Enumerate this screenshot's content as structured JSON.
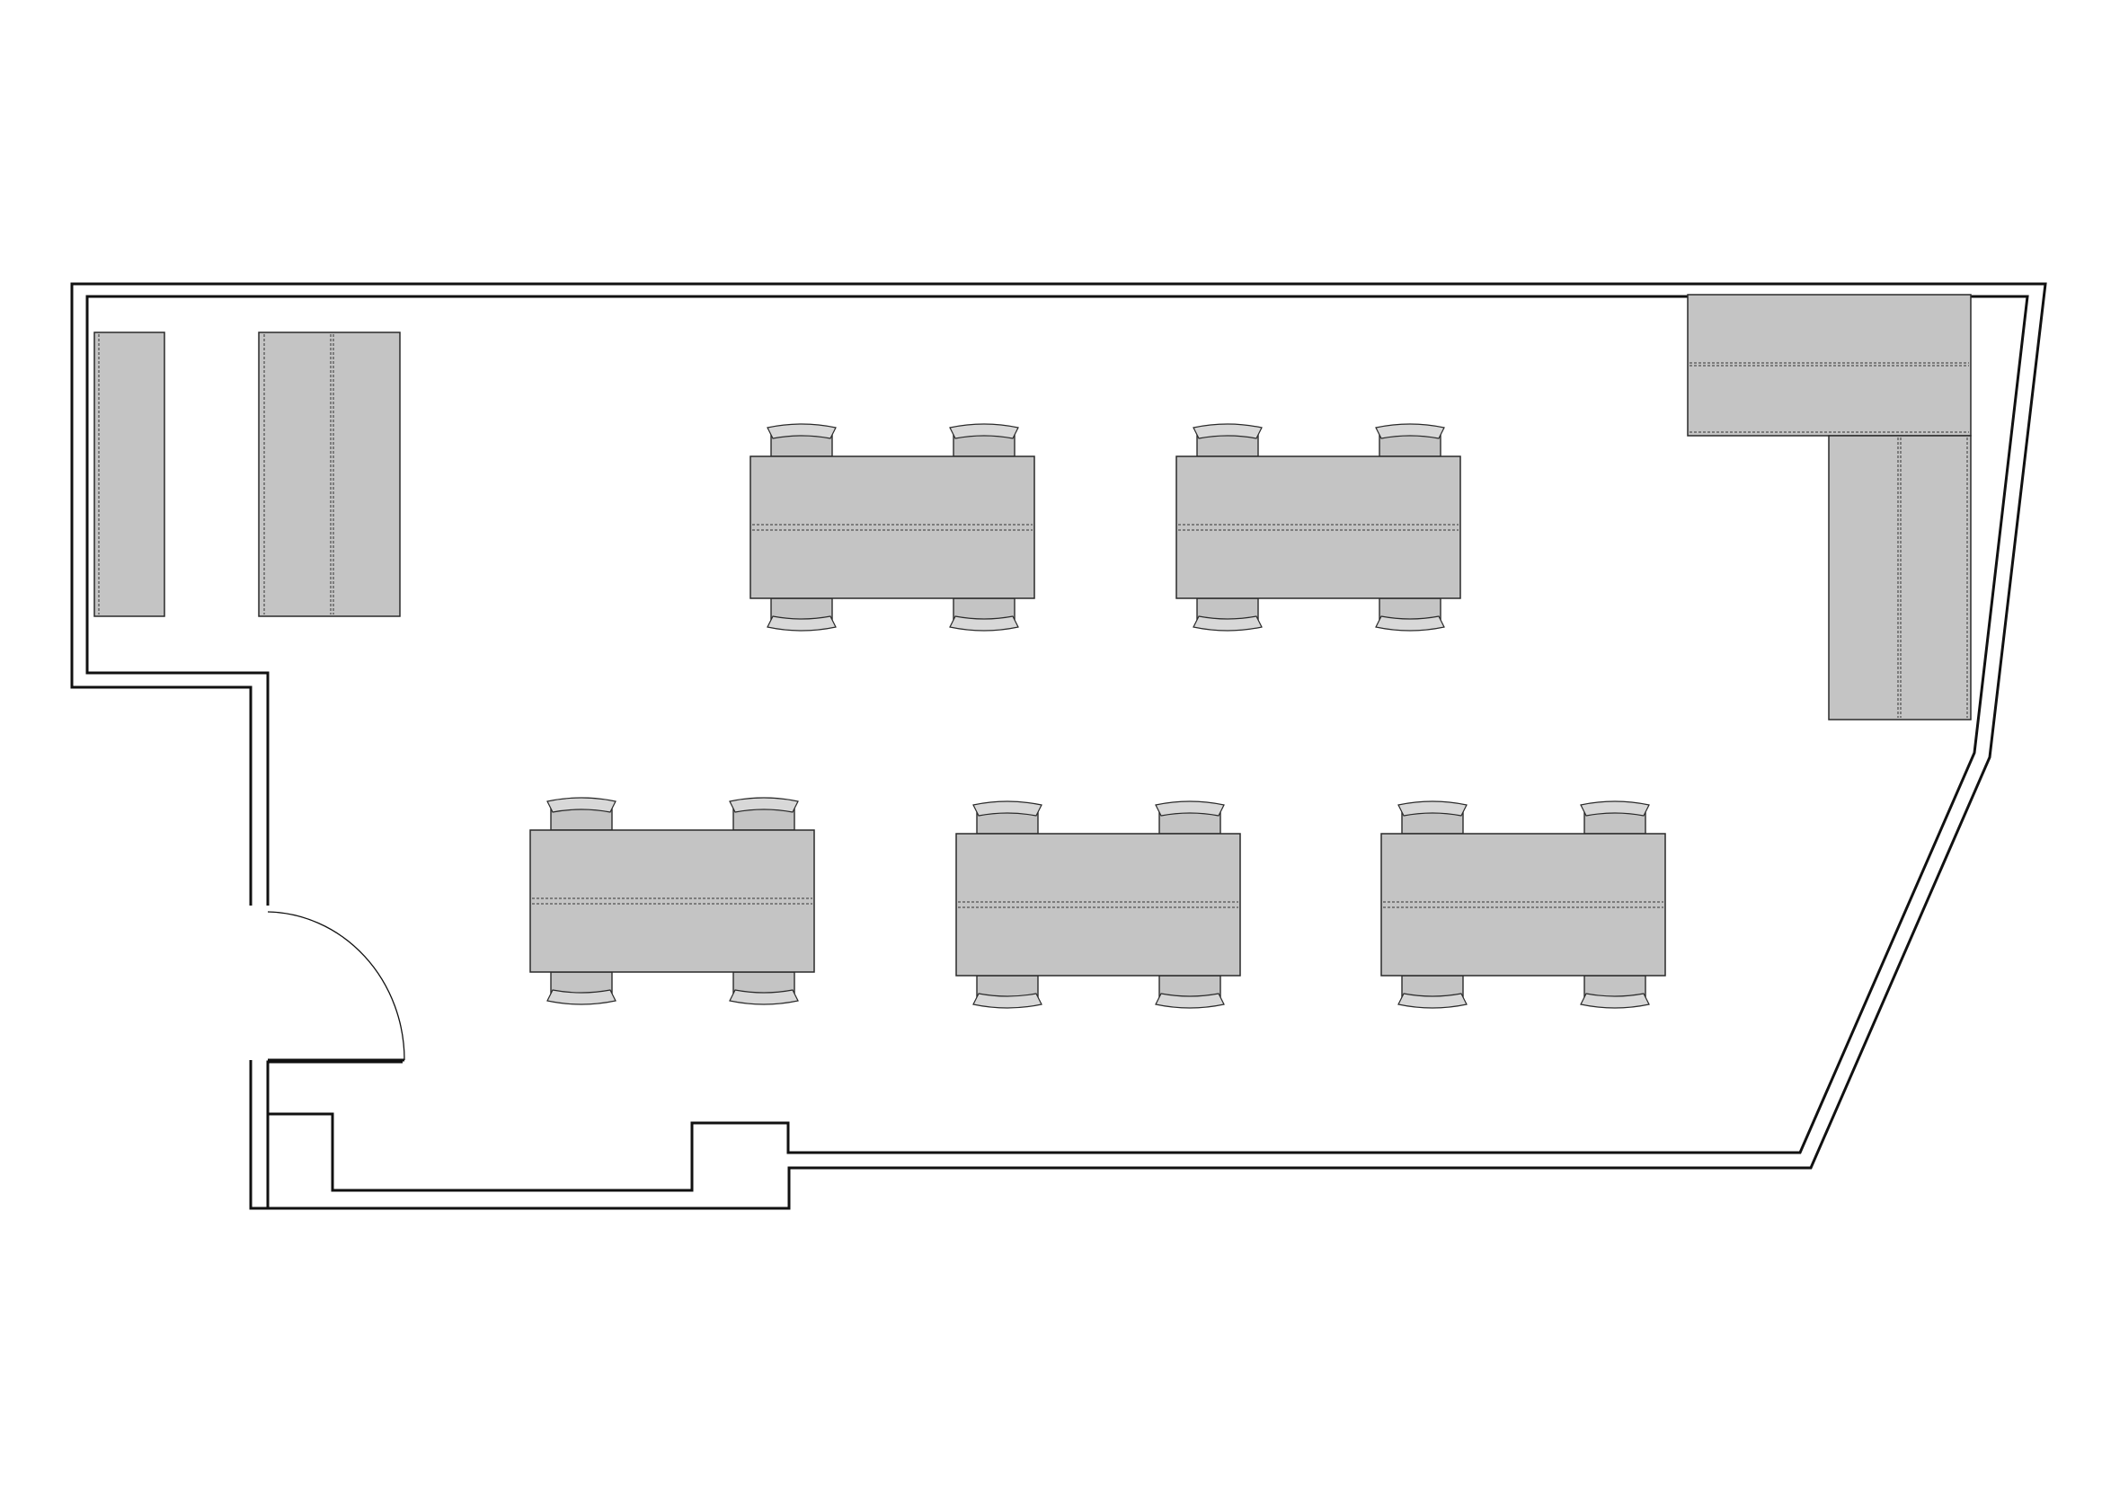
{
  "colors": {
    "background": "#ffffff",
    "wall": "#111111",
    "furniture": "#c4c4c4",
    "outline": "#2a2a2a"
  },
  "elements": {
    "walls": "outer-wall-double-line",
    "door": "swing-door",
    "storage": "cabinet-units",
    "tables": "desk-cluster",
    "chairs": "office-chair"
  },
  "counts": {
    "desk_clusters": 5,
    "chairs_per_cluster": 4
  }
}
